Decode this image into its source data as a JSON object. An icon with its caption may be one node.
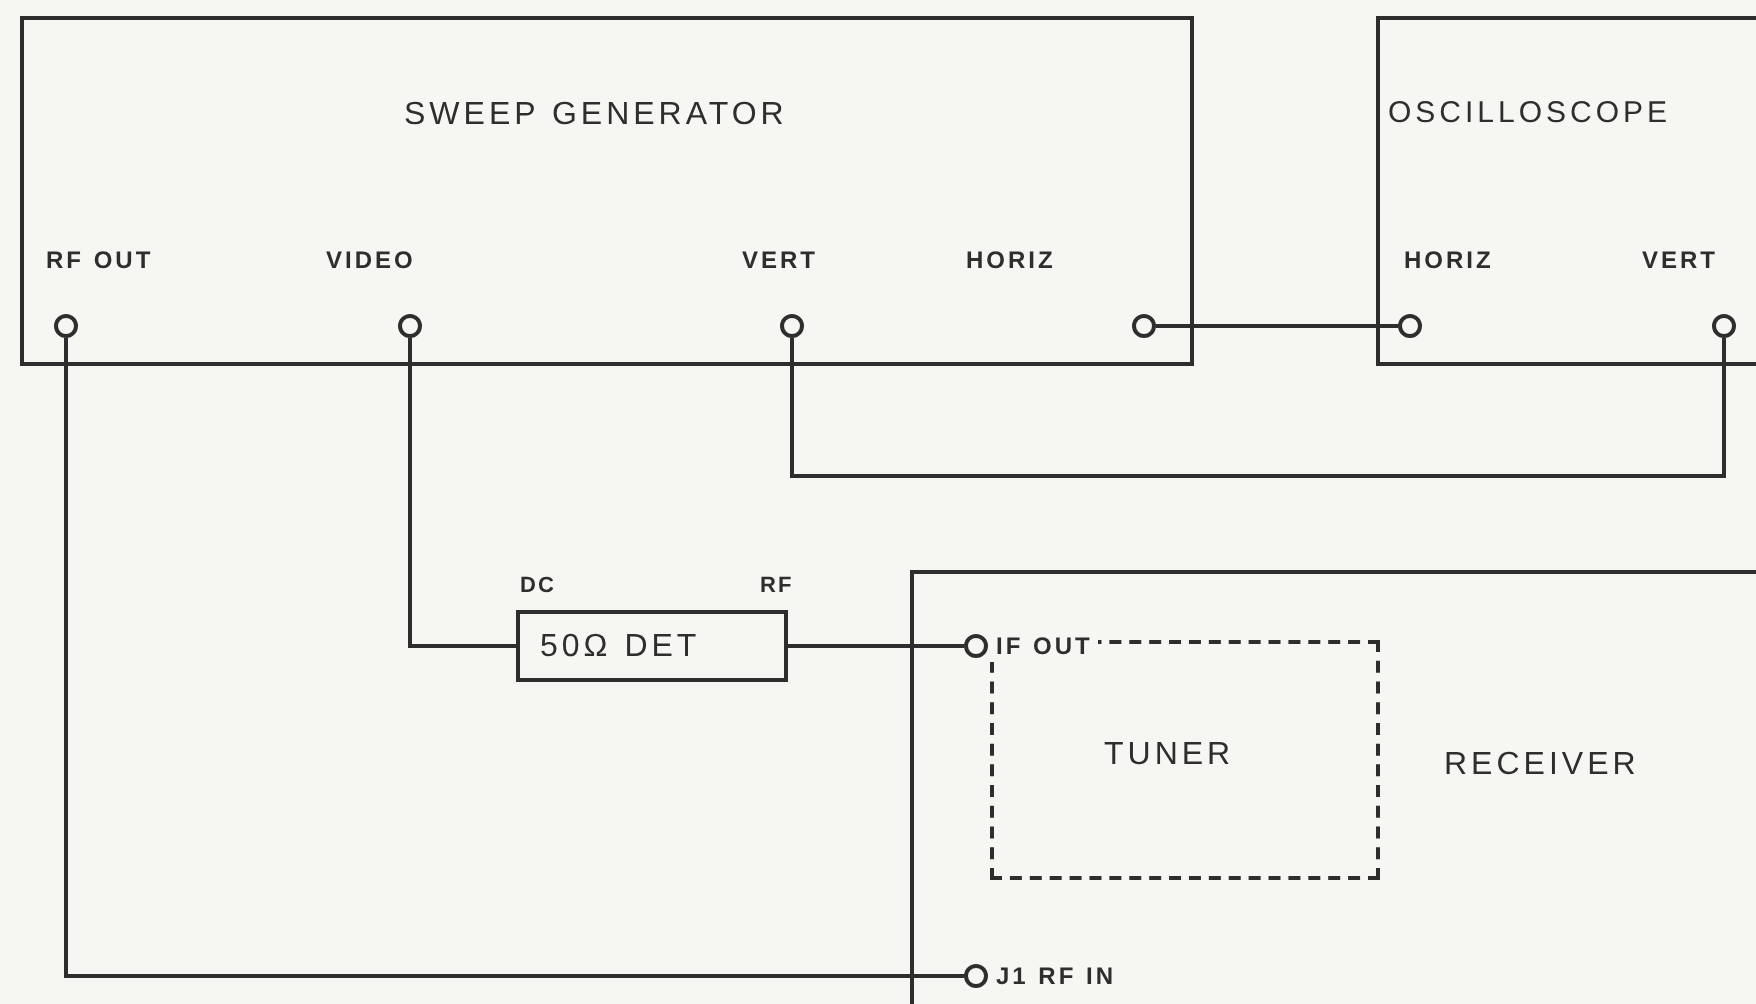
{
  "diagram": {
    "nodes": [
      {
        "text": [
          "SWEEP GENERATOR"
        ]
      },
      {
        "text": [
          "RF OUT"
        ],
        "in": 0
      },
      {
        "text": [
          "VIDEO"
        ],
        "in": 0
      },
      {
        "text": [
          "VERT"
        ],
        "in": 0
      },
      {
        "text": [
          "HORIZ"
        ],
        "in": 0
      },
      {
        "text": [
          "OSCILLOSCOPE"
        ]
      },
      {
        "text": [
          "HORIZ"
        ],
        "in": 5
      },
      {
        "text": [
          "VERT"
        ],
        "in": 5
      },
      {
        "text": [
          "50Ω DET"
        ],
        "beside": [
          "DC",
          "RF"
        ]
      },
      {
        "text": [
          "RECEIVER"
        ]
      },
      {
        "text": [
          "TUNER"
        ],
        "in": 9
      },
      {
        "text": [
          "IF OUT"
        ],
        "in": 9
      },
      {
        "text": [
          "J1 RF IN"
        ],
        "in": 9
      }
    ],
    "edges": [
      {
        "from": 1,
        "to": 12,
        "arrow": "none"
      },
      {
        "from": 2,
        "to": 8,
        "arrow": "none"
      },
      {
        "from": 8,
        "to": 11,
        "arrow": "none"
      },
      {
        "from": 3,
        "to": 7,
        "arrow": "none"
      },
      {
        "from": 4,
        "to": 6,
        "arrow": "none"
      }
    ]
  }
}
